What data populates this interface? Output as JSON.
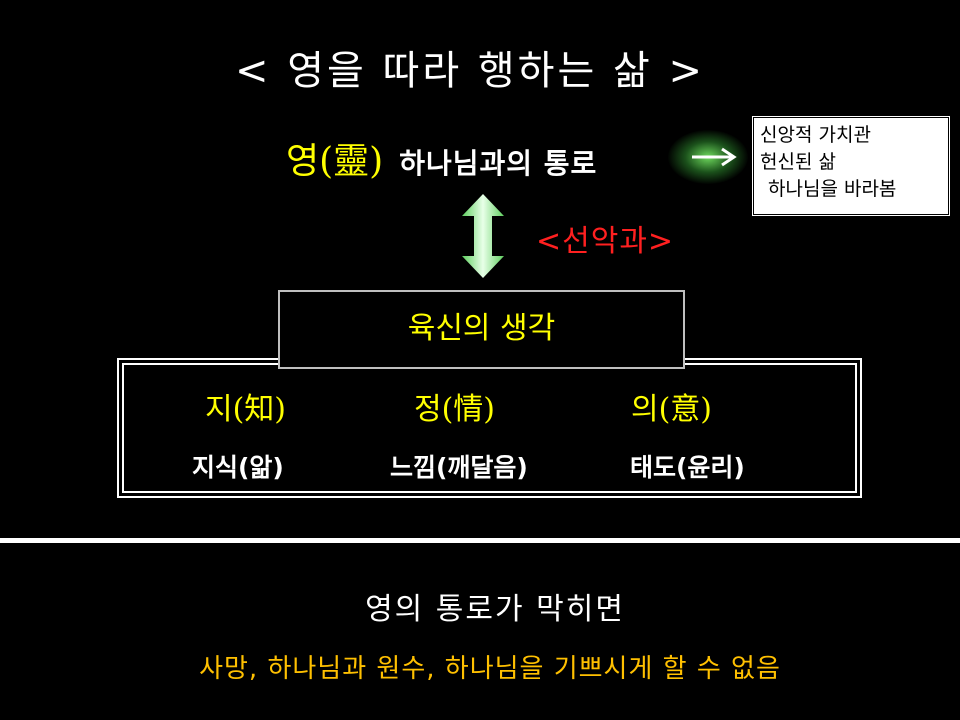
{
  "title": "< 영을 따라 행하는 삶 >",
  "spirit": {
    "label": "영(靈)",
    "description": "하나님과의 통로"
  },
  "values_box": {
    "lines": [
      "신앙적 가치관",
      "헌신된 삶",
      "하나님을 바라봄"
    ]
  },
  "tree_label": "<선악과>",
  "flesh_label": "육신의 생각",
  "faculties": [
    {
      "name": "지(知)",
      "description": "지식(앎)"
    },
    {
      "name": "정(情)",
      "description": "느낌(깨달음)"
    },
    {
      "name": "의(意)",
      "description": "태도(윤리)"
    }
  ],
  "conclusion": {
    "heading": "영의 통로가 막히면",
    "result": "사망, 하나님과 원수, 하나님을 기쁘시게 할 수 없음"
  },
  "colors": {
    "background": "#000000",
    "spirit": "#ffff00",
    "tree": "#ff2020",
    "result": "#ffc000",
    "arrow_green": "#66dd66"
  }
}
